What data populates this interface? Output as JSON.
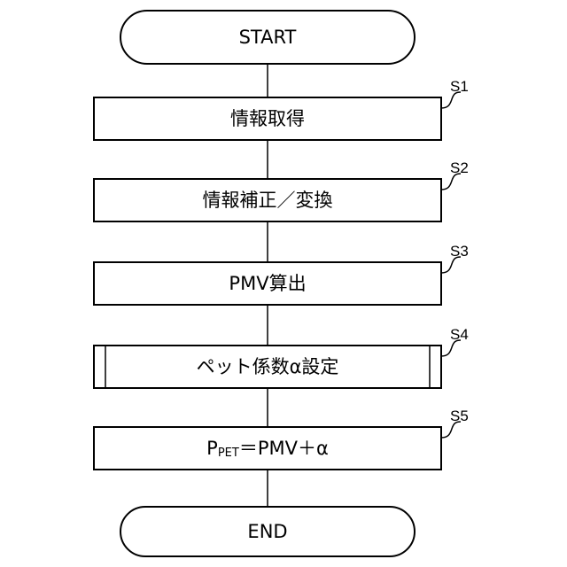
{
  "start": {
    "label": "START"
  },
  "end": {
    "label": "END"
  },
  "steps": [
    {
      "id": "S1",
      "label": "情報取得"
    },
    {
      "id": "S2",
      "label": "情報補正／変換"
    },
    {
      "id": "S3",
      "label": "PMV算出"
    },
    {
      "id": "S4",
      "label": "ペット係数α設定",
      "type": "predefined-process"
    },
    {
      "id": "S5",
      "label_main": "P",
      "label_sub": "PET",
      "label_rest": "＝PMV＋α"
    }
  ]
}
